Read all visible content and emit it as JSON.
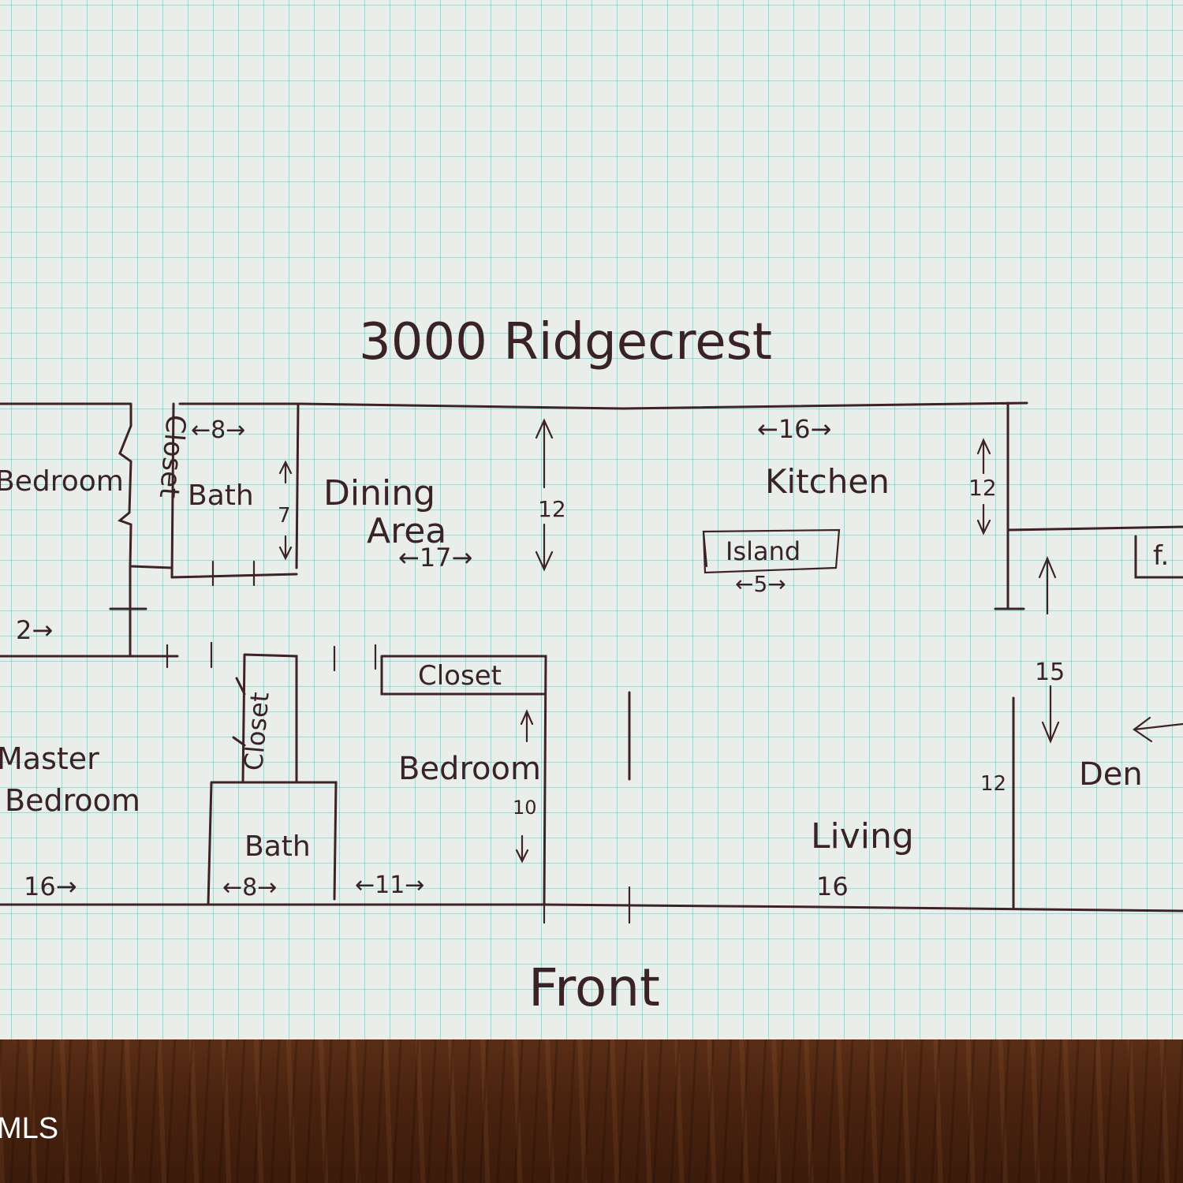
{
  "title": "3000 Ridgecrest",
  "footer_label": "Front",
  "watermark": "MLS",
  "rooms": {
    "bedroom_top_left": "Bedroom",
    "closet_top_left": "Closet",
    "bath_top": "Bath",
    "dining": "Dining",
    "dining_area": "Area",
    "kitchen": "Kitchen",
    "island": "Island",
    "fireplace": "f.",
    "master_line1": "Master",
    "master_line2": "Bedroom",
    "closet_master": "Closet",
    "bath_bottom": "Bath",
    "closet_bedroom": "Closet",
    "bedroom_mid": "Bedroom",
    "living": "Living",
    "den": "Den"
  },
  "dimensions": {
    "bath_top_width": "←8→",
    "bath_top_depth": "7",
    "dining_width": "←17→",
    "dining_depth": "12",
    "kitchen_width": "←16→",
    "kitchen_depth": "12",
    "island_width": "←5→",
    "bedroom_top_left_width": "2→",
    "master_width": "16→",
    "bath_bottom_width": "←8→",
    "bedroom_mid_width": "←11→",
    "bedroom_mid_depth": "10",
    "living_width": "16",
    "den_depth": "15",
    "den_width": "12"
  }
}
